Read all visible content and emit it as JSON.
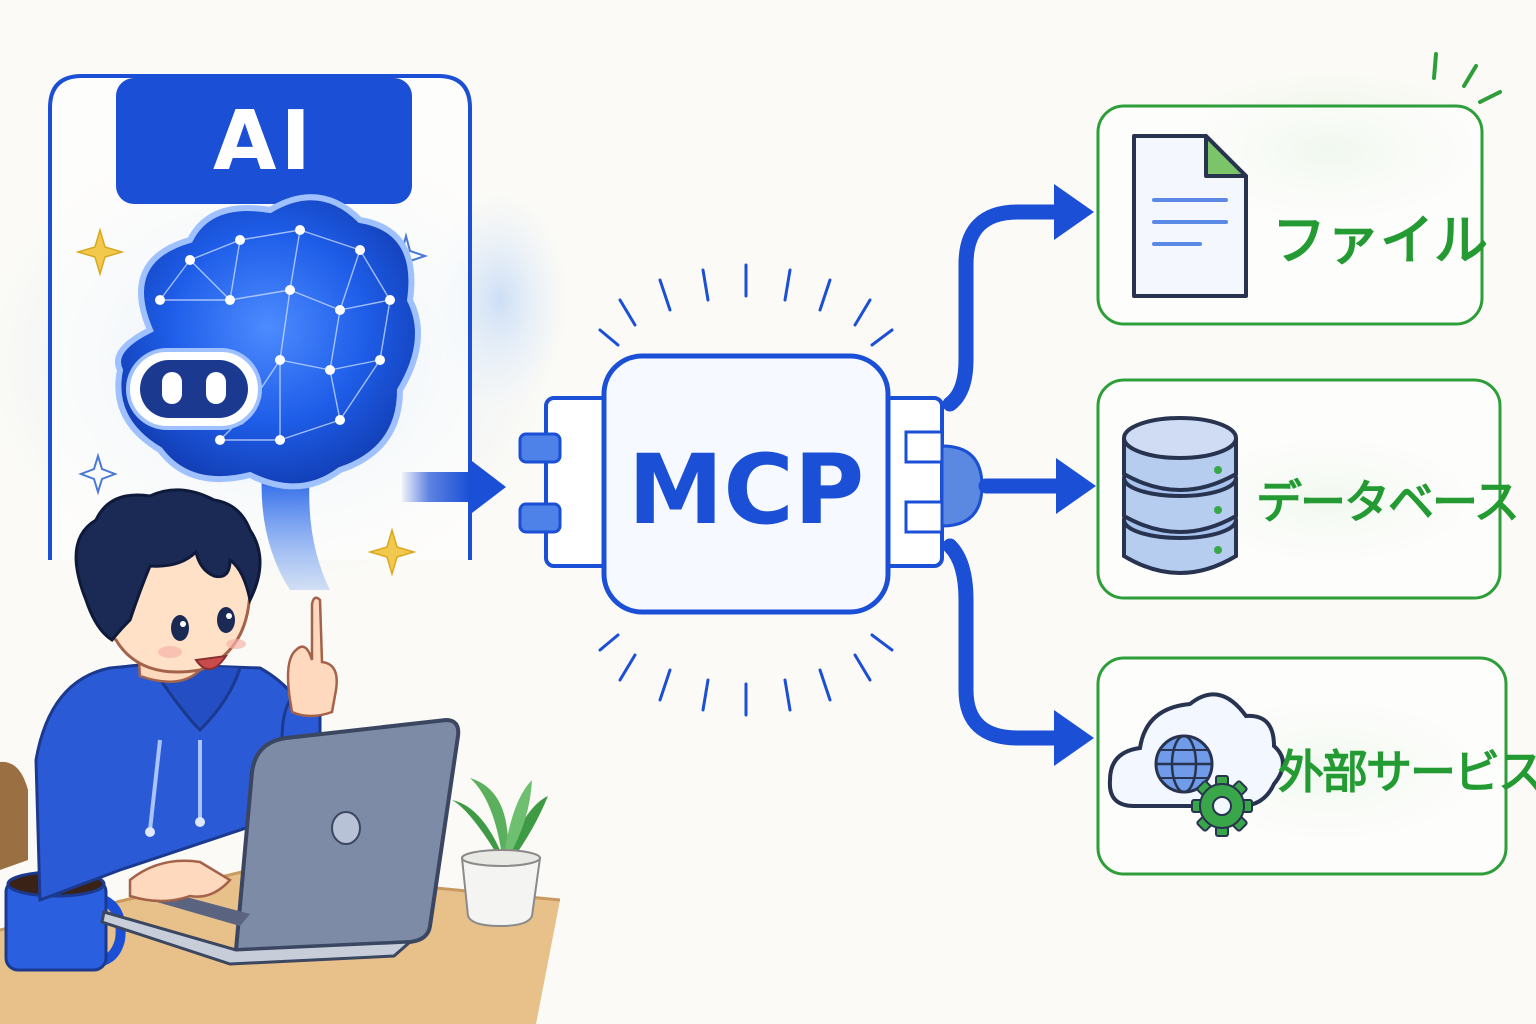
{
  "ai_panel": {
    "title": "AI"
  },
  "connector": {
    "label": "MCP"
  },
  "destinations": [
    {
      "label": "ファイル",
      "icon": "document-icon"
    },
    {
      "label": "データベース",
      "icon": "database-icon"
    },
    {
      "label": "外部サービス",
      "icon": "cloud-globe-gear-icon"
    }
  ],
  "colors": {
    "primary_blue": "#1a4fd6",
    "accent_green": "#239a32",
    "background": "#fbfaf6"
  }
}
